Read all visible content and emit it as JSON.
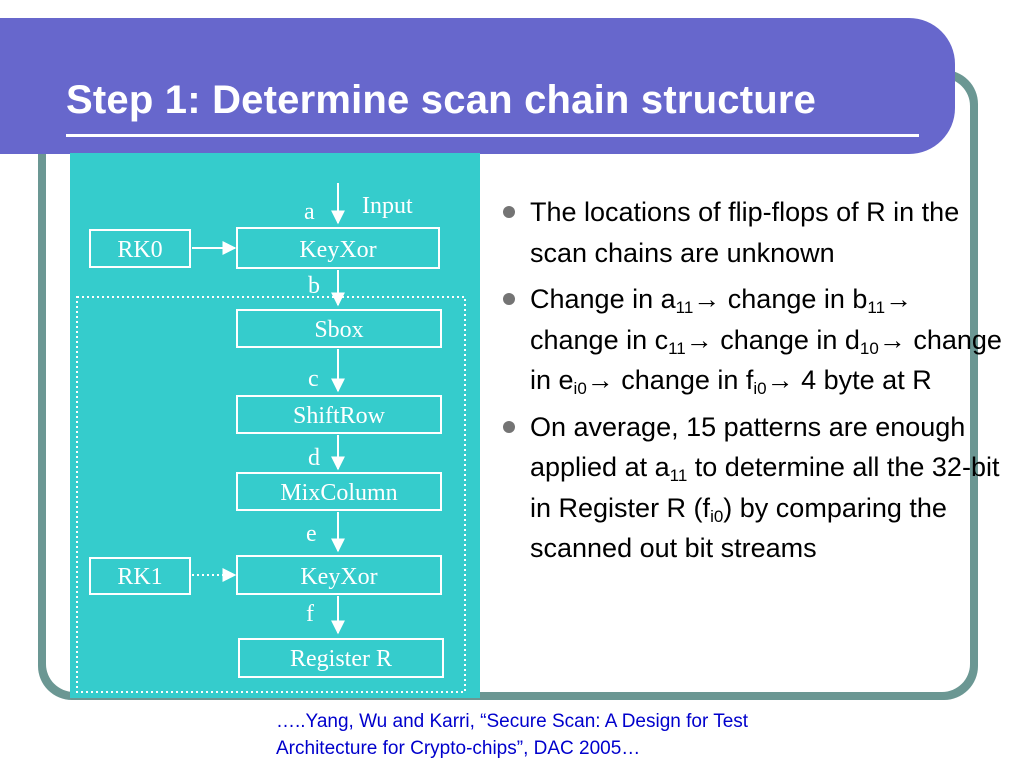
{
  "slide": {
    "title": "Step 1: Determine scan chain structure",
    "colors": {
      "title_bar": "#6767cc",
      "frame": "#6b9793",
      "diagram_bg": "#35cccc",
      "reference_text": "#0000cc"
    }
  },
  "diagram": {
    "input_label": "Input",
    "signals": {
      "a": "a",
      "b": "b",
      "c": "c",
      "d": "d",
      "e": "e",
      "f": "f"
    },
    "boxes": {
      "rk0": "RK0",
      "keyxor1": "KeyXor",
      "sbox": "Sbox",
      "shiftrow": "ShiftRow",
      "mixcolumn": "MixColumn",
      "rk1": "RK1",
      "keyxor2": "KeyXor",
      "register_r": "Register R"
    }
  },
  "bullets": [
    {
      "text": "The locations of flip-flops of R in the scan chains are unknown"
    },
    {
      "parts": {
        "p1": "Change in a",
        "s1": "11",
        "p2": "→ change in b",
        "s2": "11",
        "p3": "→ change in c",
        "s3": "11",
        "p4": "→ change in d",
        "s4": "10",
        "p5": "→ change in e",
        "s5": "i0",
        "p6": "→ change in f",
        "s6": "i0",
        "p7": "→ 4 byte at R"
      }
    },
    {
      "parts": {
        "p1": "On average, 15 patterns are enough applied at a",
        "s1": "11",
        "p2": " to determine all the 32-bit in Register R (f",
        "s2": "i0",
        "p3": ") by comparing the scanned out bit streams"
      }
    }
  ],
  "reference": {
    "line1": "…..Yang, Wu and Karri, “Secure Scan: A Design for Test",
    "line2": "Architecture for Crypto-chips”, DAC 2005…"
  }
}
